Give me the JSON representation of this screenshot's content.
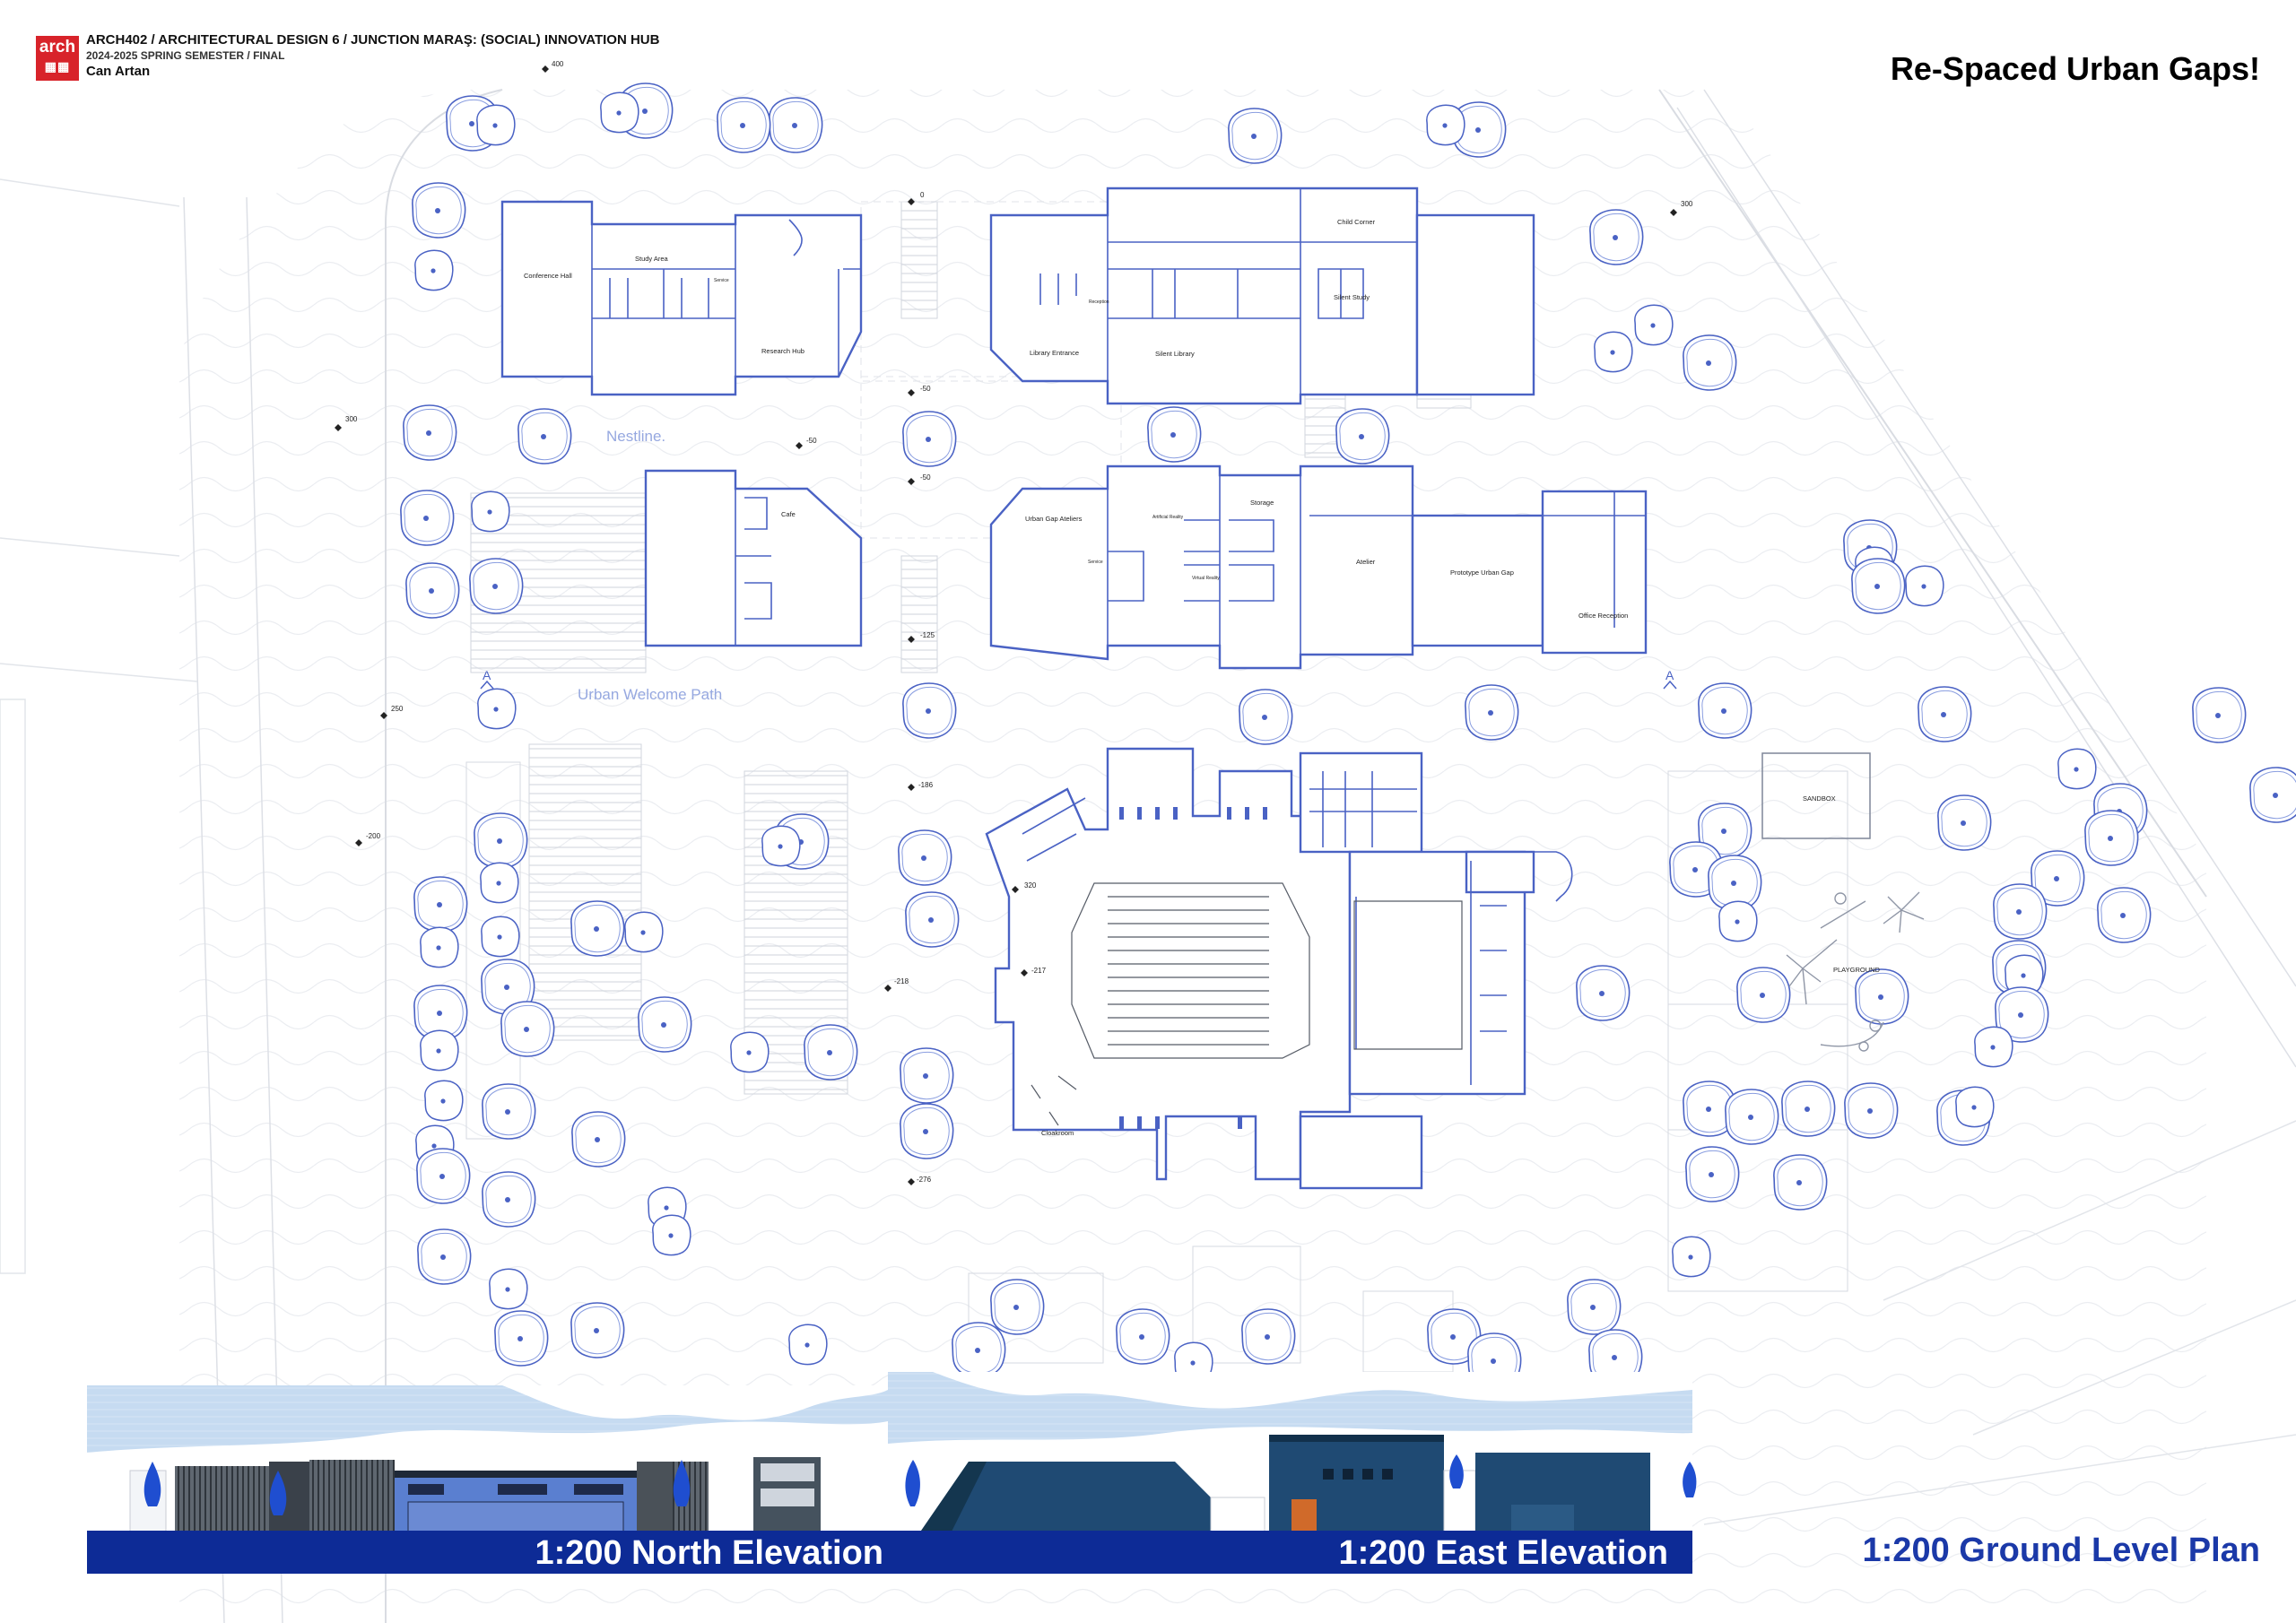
{
  "header": {
    "logo": "arch",
    "course": "ARCH402 / ARCHITECTURAL DESIGN 6 / JUNCTION MARAŞ: (SOCIAL) INNOVATION HUB",
    "semester": "2024-2025 SPRING SEMESTER / FINAL",
    "author": "Can Artan"
  },
  "title": "Re-Spaced Urban Gaps!",
  "plan_title": "1:200 Ground Level Plan",
  "elevations": {
    "north": "1:200 North Elevation",
    "east": "1:200 East Elevation"
  },
  "plan": {
    "paths": {
      "nestline": "Nestline.",
      "welcome_path": "Urban Welcome Path"
    },
    "rooms": {
      "conference_hall": "Conference Hall",
      "study_area": "Study Area",
      "service": "Service",
      "research_hub": "Research Hub",
      "library_entrance": "Library Entrance",
      "reception": "Reception",
      "silent_library": "Silent Library",
      "child_corner": "Child Corner",
      "silent_study": "Silent Study",
      "cafe": "Cafe",
      "urban_gap_ateliers": "Urban Gap Ateliers",
      "service2": "Service",
      "artificial_reality": "Artificial Reality",
      "virtual_reality": "Virtual Reality",
      "storage": "Storage",
      "atelier": "Atelier",
      "prototype_urban_gap": "Prototype Urban Gap",
      "office_reception": "Office Reception",
      "cloakroom": "Cloakroom",
      "sandbox": "SANDBOX",
      "playground": "PLAYGROUND"
    },
    "section_marks": [
      "A",
      "A"
    ],
    "levels": {
      "l400": "400",
      "l0": "0",
      "l300a": "300",
      "l300b": "300",
      "lm50a": "-50",
      "lm50b": "-50",
      "lm50c": "-50",
      "lm125": "-125",
      "l250": "250",
      "lm200": "-200",
      "lm186": "-186",
      "l320": "320",
      "lm217": "-217",
      "lm218": "-218",
      "lm276": "-276"
    }
  }
}
